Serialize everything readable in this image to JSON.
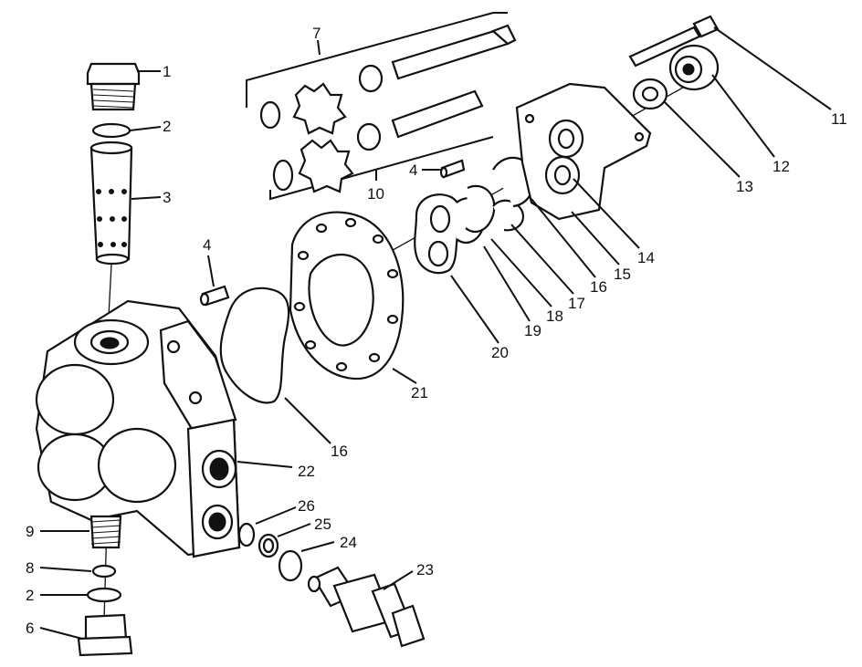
{
  "callouts": {
    "c1": "1",
    "c2a": "2",
    "c3": "3",
    "c4a": "4",
    "c4b": "4",
    "c7": "7",
    "c10": "10",
    "c11": "11",
    "c12": "12",
    "c13": "13",
    "c14": "14",
    "c15": "15",
    "c16a": "16",
    "c16b": "16",
    "c17": "17",
    "c18": "18",
    "c19": "19",
    "c20": "20",
    "c21": "21",
    "c22": "22",
    "c23": "23",
    "c24": "24",
    "c25": "25",
    "c26": "26",
    "c9": "9",
    "c8": "8",
    "c2b": "2",
    "c6": "6"
  }
}
